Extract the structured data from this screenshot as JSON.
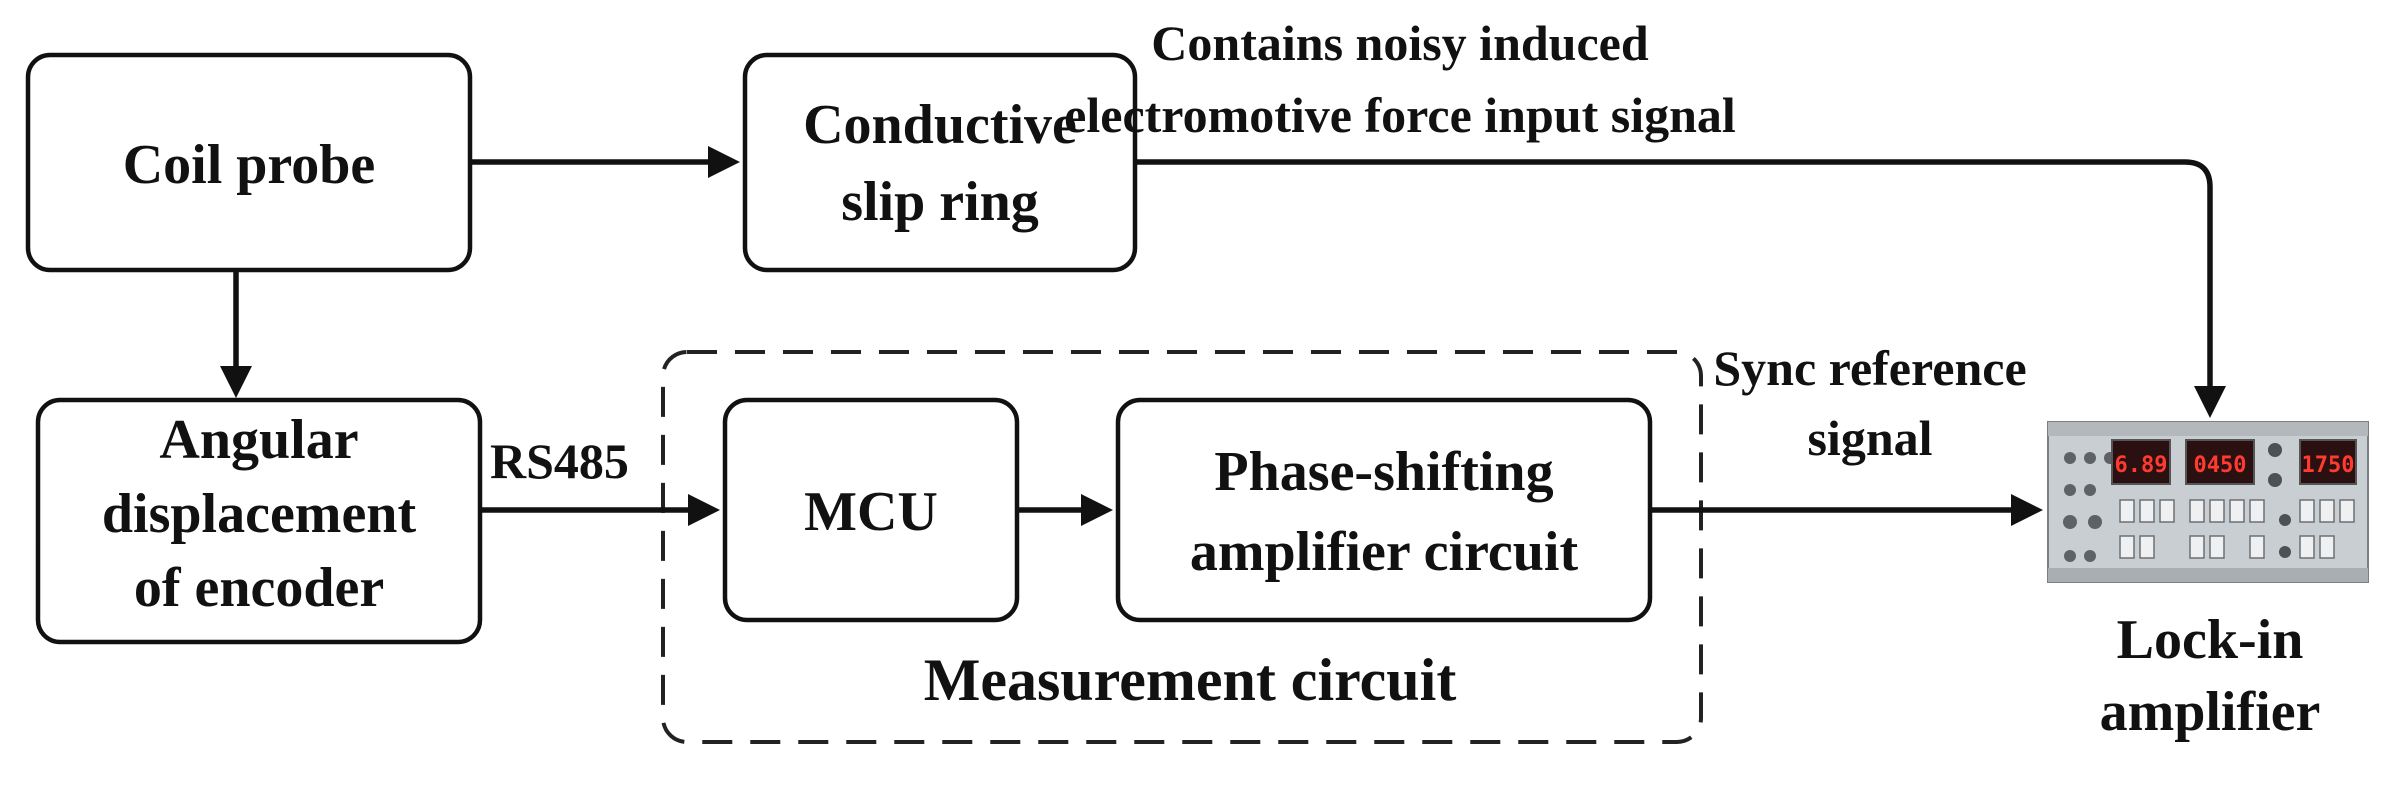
{
  "blocks": {
    "coil_probe": "Coil probe",
    "slip_ring": [
      "Conductive",
      "slip ring"
    ],
    "encoder": [
      "Angular",
      "displacement",
      "of encoder"
    ],
    "mcu": "MCU",
    "phase_amp": [
      "Phase-shifting",
      "amplifier circuit"
    ],
    "measurement_circuit": "Measurement circuit",
    "lock_in": [
      "Lock-in",
      "amplifier"
    ]
  },
  "signals": {
    "noisy_emf": [
      "Contains noisy induced",
      "electromotive force input signal"
    ],
    "sync_ref": [
      "Sync reference",
      "signal"
    ],
    "rs485": "RS485"
  },
  "instrument_display": {
    "readout_1": "6.89",
    "readout_2": "0450",
    "readout_3": "1750"
  }
}
